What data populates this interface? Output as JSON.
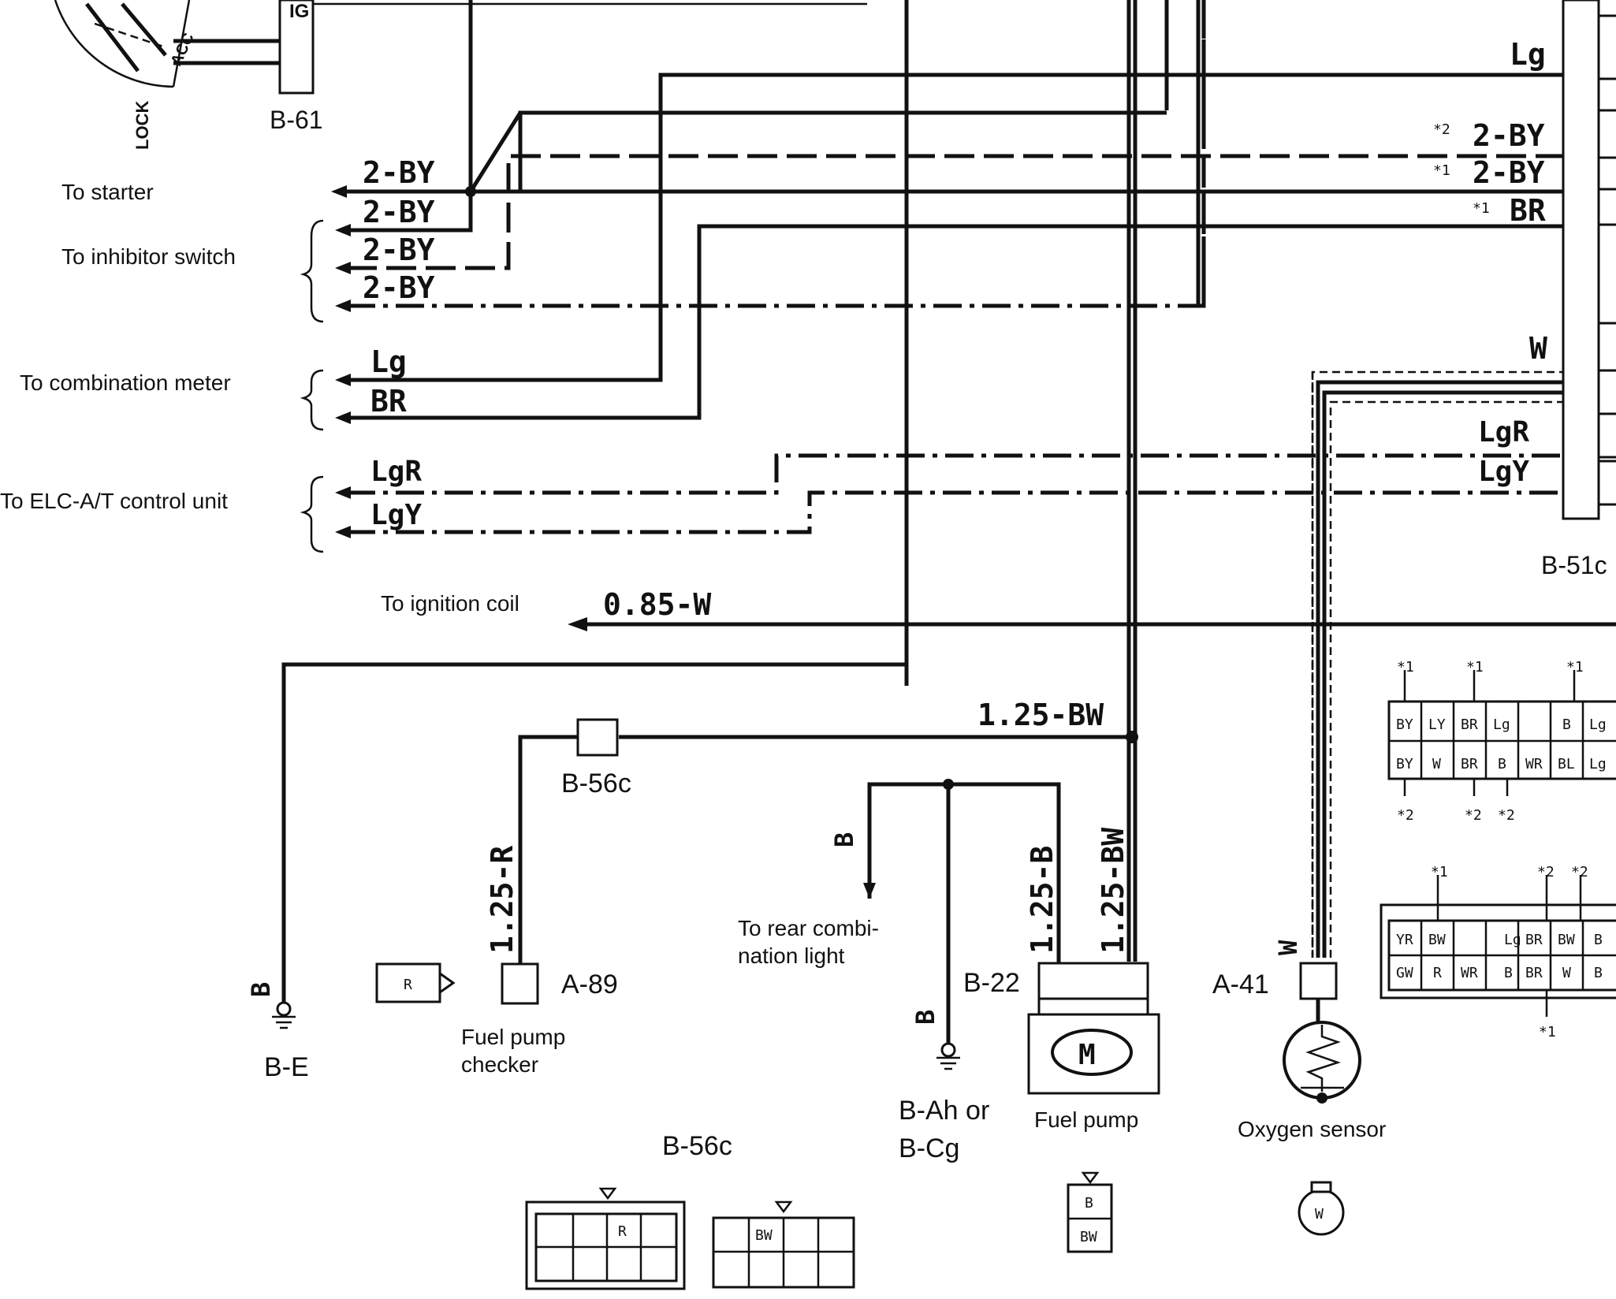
{
  "ignition_switch": {
    "positions": [
      "LOCK",
      "ACC"
    ],
    "terminal_label": "IG"
  },
  "connectors": {
    "b61": "B-61",
    "b51": "B-51c",
    "b56c_upper": "B-56c",
    "b56c_lower": "B-56c",
    "a89": "A-89",
    "b22": "B-22",
    "a41": "A-41"
  },
  "destinations": {
    "starter": "To starter",
    "inhibitor": "To inhibitor switch",
    "combination_meter": "To combination meter",
    "elc_at": "To ELC-A/T control unit",
    "ignition_coil": "To ignition coil",
    "rear_combination": [
      "To rear combi-",
      "nation light"
    ]
  },
  "wire_codes": {
    "starter": "2-BY",
    "inhibitor": [
      "2-BY",
      "2-BY",
      "2-BY"
    ],
    "meter": [
      "Lg",
      "BR"
    ],
    "elc": [
      "LgR",
      "LgY"
    ],
    "ignition_coil": "0.85-W",
    "pump_feed": "1.25-BW",
    "checker": "1.25-R",
    "pump_ground": "1.25-B",
    "pump_power": "1.25-BW",
    "ground_b": "B",
    "rear_b": "B",
    "ground_b2": "B",
    "sensor": "W"
  },
  "right_labels": {
    "lg": "Lg",
    "by2": "2-BY",
    "by1": "2-BY",
    "br": "BR",
    "w": "W",
    "lgr": "LgR",
    "lgy": "LgY",
    "note2": "*2",
    "note1a": "*1",
    "note1b": "*1"
  },
  "components": {
    "fuel_pump_checker": [
      "Fuel pump",
      "checker"
    ],
    "fuel_pump": "Fuel pump",
    "oxygen_sensor": "Oxygen sensor",
    "motor": "M",
    "checker_pin": "R"
  },
  "grounds": {
    "be": "B-E",
    "bah": [
      "B-Ah or",
      "B-Cg"
    ]
  },
  "pin_tables": {
    "table1": {
      "top_notes": [
        "*1",
        "*1",
        "*1"
      ],
      "row1": [
        "BY",
        "LY",
        "BR",
        "Lg",
        "",
        "B",
        "Lg"
      ],
      "row2": [
        "BY",
        "W",
        "BR",
        "B",
        "WR",
        "BL",
        "Lg"
      ],
      "bottom_notes": [
        "*2",
        "*2",
        "*2"
      ]
    },
    "table2": {
      "top_notes": [
        "*1",
        "*2",
        "*2"
      ],
      "row1": [
        "YR",
        "BW",
        "",
        "Lg",
        "BR",
        "BW",
        "B"
      ],
      "row2": [
        "GW",
        "R",
        "WR",
        "B",
        "BR",
        "W",
        "B"
      ],
      "bottom_notes": [
        "*1"
      ]
    }
  },
  "connector_faces": {
    "b56c_r": "R",
    "b56c_bw": "BW",
    "pump_b": "B",
    "pump_bw": "BW",
    "sensor_w": "W"
  }
}
